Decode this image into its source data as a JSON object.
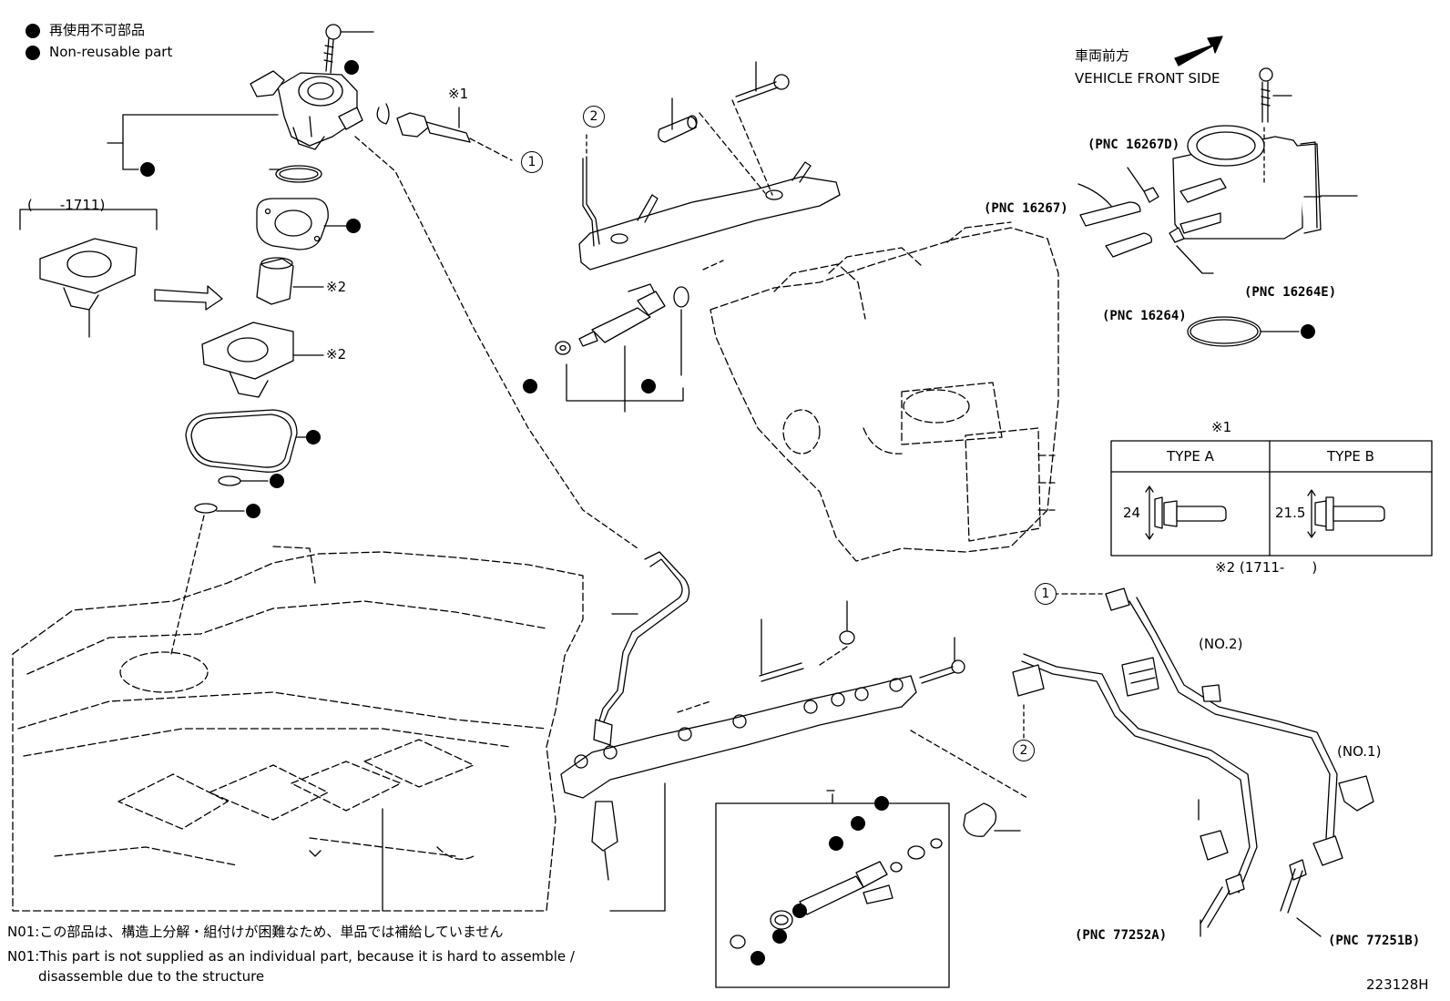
{
  "legend": {
    "symbol": "●",
    "jp": "再使用不可部品",
    "en": "Non-reusable part"
  },
  "orientation": {
    "jp": "車両前方",
    "en": "VEHICLE FRONT SIDE"
  },
  "date_ranges": {
    "before": "(　　-1711)",
    "after": "※2 (1711-　　)"
  },
  "markers": {
    "note1": "※1",
    "note2": "※2",
    "callout1": "1",
    "callout2": "2"
  },
  "pnc_labels": {
    "p16267d": "(PNC 16267D)",
    "p16267": "(PNC 16267)",
    "p16264e": "(PNC 16264E)",
    "p16264": "(PNC 16264)",
    "p77252a": "(PNC 77252A)",
    "p77251b": "(PNC 77251B)"
  },
  "clamps": {
    "no2": "(NO.2)",
    "no1": "(NO.1)"
  },
  "type_table": {
    "title": "※1",
    "type_a": {
      "label": "TYPE A",
      "dimension": "24"
    },
    "type_b": {
      "label": "TYPE B",
      "dimension": "21.5"
    }
  },
  "footnotes": {
    "jp": "N01:この部品は、構造上分解・組付けが困難なため、単品では補給していません",
    "en_line1": "N01:This part is not supplied as an individual part, because it is hard to assemble /",
    "en_line2": "disassemble due to the structure"
  },
  "figure_id": "223128H"
}
